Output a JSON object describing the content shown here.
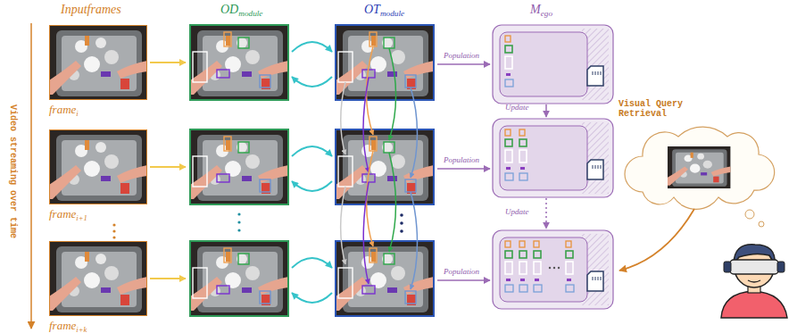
{
  "diagram": {
    "nodes": [
      {
        "text": [
          "frame",
          "i"
        ]
      },
      {
        "text": [
          "frame",
          "i+1"
        ]
      },
      {
        "text": [
          "frame",
          "i+k"
        ]
      },
      {
        "text": [
          "Visual Query Retrieval"
        ]
      }
    ],
    "labels": [
      "Inputframes",
      "OD",
      "module",
      "OT",
      "module",
      "M",
      "ego",
      "Video streaming over time",
      "Population",
      "Update",
      "Population",
      "Update",
      "Population"
    ]
  }
}
